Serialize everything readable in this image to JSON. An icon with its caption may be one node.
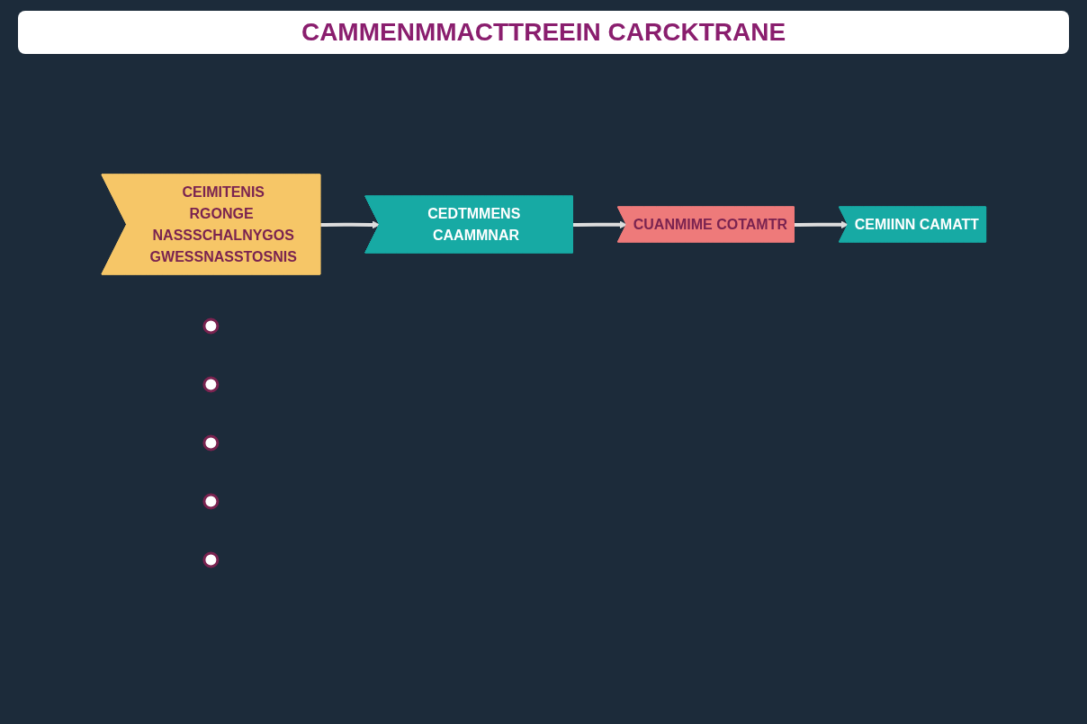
{
  "diagram": {
    "title": "CAMMENMMACTTREEIN CARCKTRANE",
    "nodes": [
      {
        "text": [
          "CEIMITENIS",
          "RGONGE NASSSCHALNYGOS",
          "GWESSNASSTOSNIS"
        ]
      },
      {
        "text": [
          "CEDTMMENS CAAMMNAR"
        ]
      },
      {
        "text": [
          "CUANMIME COTAMTR"
        ]
      },
      {
        "text": [
          "CEMIINN CAMATT"
        ]
      },
      {
        "text": [],
        "shape": "person"
      },
      {
        "text": [],
        "shape": "person"
      },
      {
        "text": [],
        "shape": "person"
      },
      {
        "text": [],
        "shape": "person"
      },
      {
        "text": [],
        "shape": "person"
      }
    ],
    "edges": [
      {
        "from": 0,
        "to": 1,
        "arrow": "to"
      },
      {
        "from": 1,
        "to": 2,
        "arrow": "to"
      },
      {
        "from": 2,
        "to": 3,
        "arrow": "to"
      }
    ]
  }
}
